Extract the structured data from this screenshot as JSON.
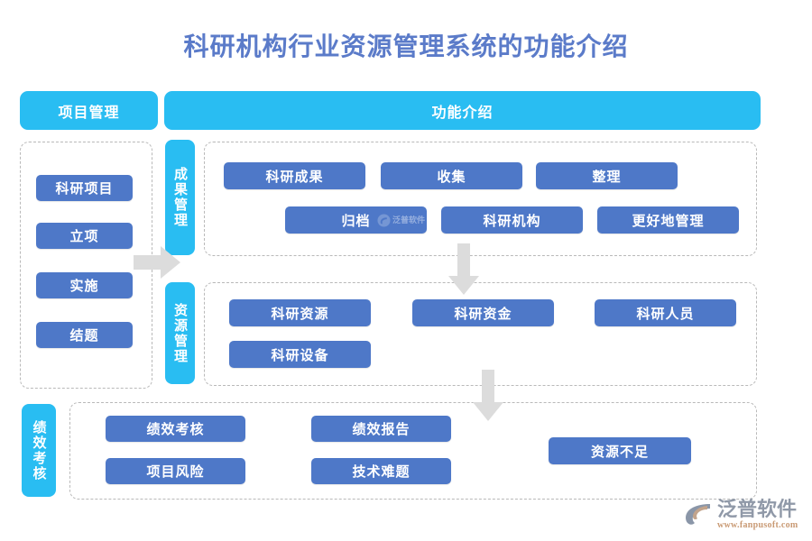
{
  "page": {
    "title": "科研机构行业资源管理系统的功能介绍",
    "background": "#ffffff"
  },
  "colors": {
    "title": "#5B7BC9",
    "header_cyan": "#29BDF2",
    "pill_blue": "#4E78C8",
    "dashed_border": "#b9b9b9",
    "arrow_grey": "#D9D9D9",
    "logo_grey": "#9099A8",
    "logo_url": "#C99A74"
  },
  "headers": {
    "project_management": "项目管理",
    "features_intro": "功能介绍"
  },
  "vertical_tabs": {
    "achievement_management": "成果管理",
    "resource_management": "资源管理",
    "performance_assessment": "绩效考核"
  },
  "sections": {
    "project_column": {
      "items": [
        {
          "label": "科研项目"
        },
        {
          "label": "立项"
        },
        {
          "label": "实施"
        },
        {
          "label": "结题"
        }
      ]
    },
    "achievement": {
      "row1": [
        {
          "label": "科研成果"
        },
        {
          "label": "收集"
        },
        {
          "label": "整理"
        }
      ],
      "row2": [
        {
          "label": "归档"
        },
        {
          "label": "科研机构"
        },
        {
          "label": "更好地管理"
        }
      ]
    },
    "resource": {
      "row1": [
        {
          "label": "科研资源"
        },
        {
          "label": "科研资金"
        },
        {
          "label": "科研人员"
        }
      ],
      "row2": [
        {
          "label": "科研设备"
        }
      ]
    },
    "performance": {
      "col1": [
        {
          "label": "绩效考核"
        },
        {
          "label": "项目风险"
        }
      ],
      "col2": [
        {
          "label": "绩效报告"
        },
        {
          "label": "技术难题"
        }
      ],
      "highlight": {
        "label": "资源不足"
      }
    }
  },
  "watermark": {
    "text": "泛普软件"
  },
  "logo": {
    "name": "泛普软件",
    "url": "www.fanpusoft.com"
  }
}
